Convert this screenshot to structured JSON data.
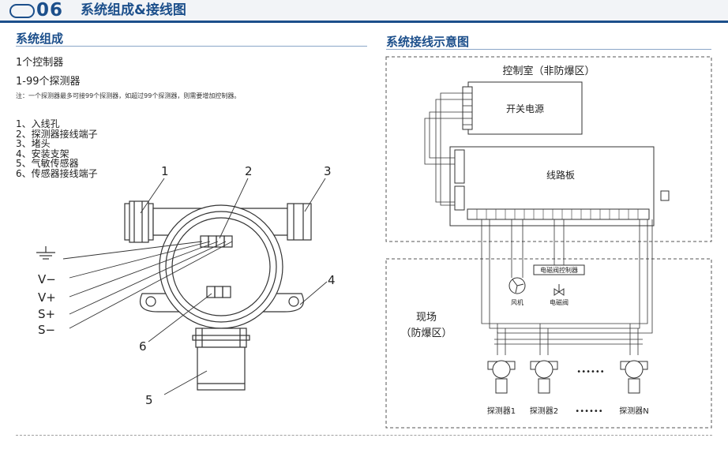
{
  "header": {
    "number": "06",
    "title": "系统组成&接线图"
  },
  "composition": {
    "title": "系统组成",
    "line1": "1个控制器",
    "line2": "1-99个探测器",
    "note": "注：一个探测器最多可接99个探测器，如超过99个探测器，则需要增加控制器。",
    "parts": [
      "1、入线孔",
      "2、探测器接线端子",
      "3、堵头",
      "4、安装支架",
      "5、气敏传感器",
      "6、传感器接线端子"
    ]
  },
  "detector_figure": {
    "callouts": [
      "1",
      "2",
      "3",
      "4",
      "5",
      "6"
    ],
    "wire_labels": [
      "V−",
      "V+",
      "S+",
      "S−"
    ]
  },
  "wiring": {
    "title": "系统接线示意图",
    "control_room": "控制室（非防爆区）",
    "power_supply": "开关电源",
    "circuit_board": "线路板",
    "valve_controller": "电磁阀控制器",
    "fan": "风机",
    "solenoid_valve": "电磁阀",
    "field_line1": "现场",
    "field_line2": "（防爆区）",
    "detectors": [
      "探测器1",
      "探测器2",
      "••••••",
      "探测器N"
    ],
    "dots": "••••••"
  }
}
